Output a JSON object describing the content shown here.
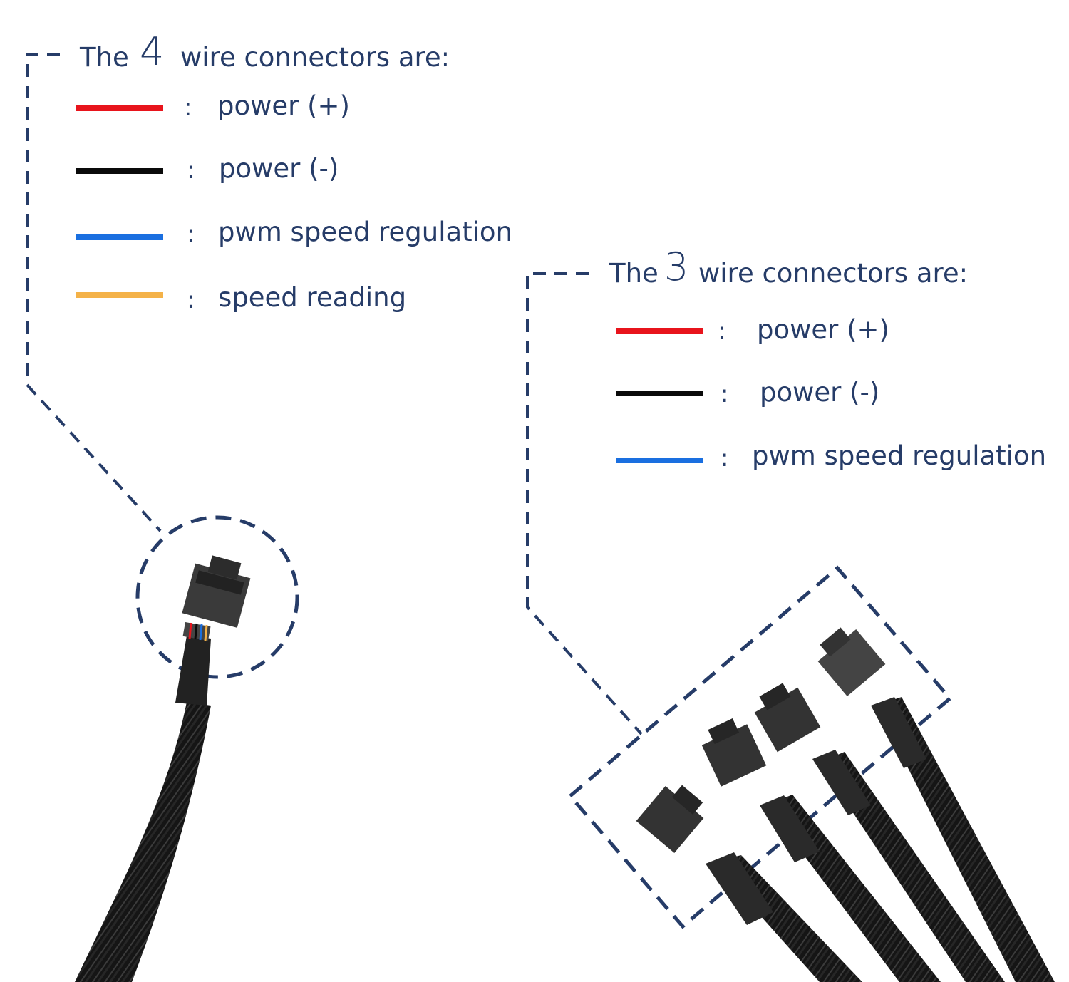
{
  "four_wire": {
    "title_prefix": "The",
    "count": "4",
    "title_suffix": "wire connectors are:",
    "items": [
      {
        "color": "#e8141c",
        "sep": ":",
        "label": "power (+)"
      },
      {
        "color": "#0a0a0a",
        "sep": ":",
        "label": "power (-)"
      },
      {
        "color": "#1a6fe0",
        "sep": ":",
        "label": "pwm speed regulation"
      },
      {
        "color": "#f4b248",
        "sep": ":",
        "label": "speed reading"
      }
    ]
  },
  "three_wire": {
    "title_prefix": "The",
    "count": "3",
    "title_suffix": "wire connectors are:",
    "items": [
      {
        "color": "#e8141c",
        "sep": ":",
        "label": "power (+)"
      },
      {
        "color": "#0a0a0a",
        "sep": ":",
        "label": "power (-)"
      },
      {
        "color": "#1a6fe0",
        "sep": ":",
        "label": "pwm speed regulation"
      }
    ]
  },
  "colors": {
    "callout": "#263c68",
    "cable": "#1c1c1c",
    "connector": "#3a3a3a"
  }
}
